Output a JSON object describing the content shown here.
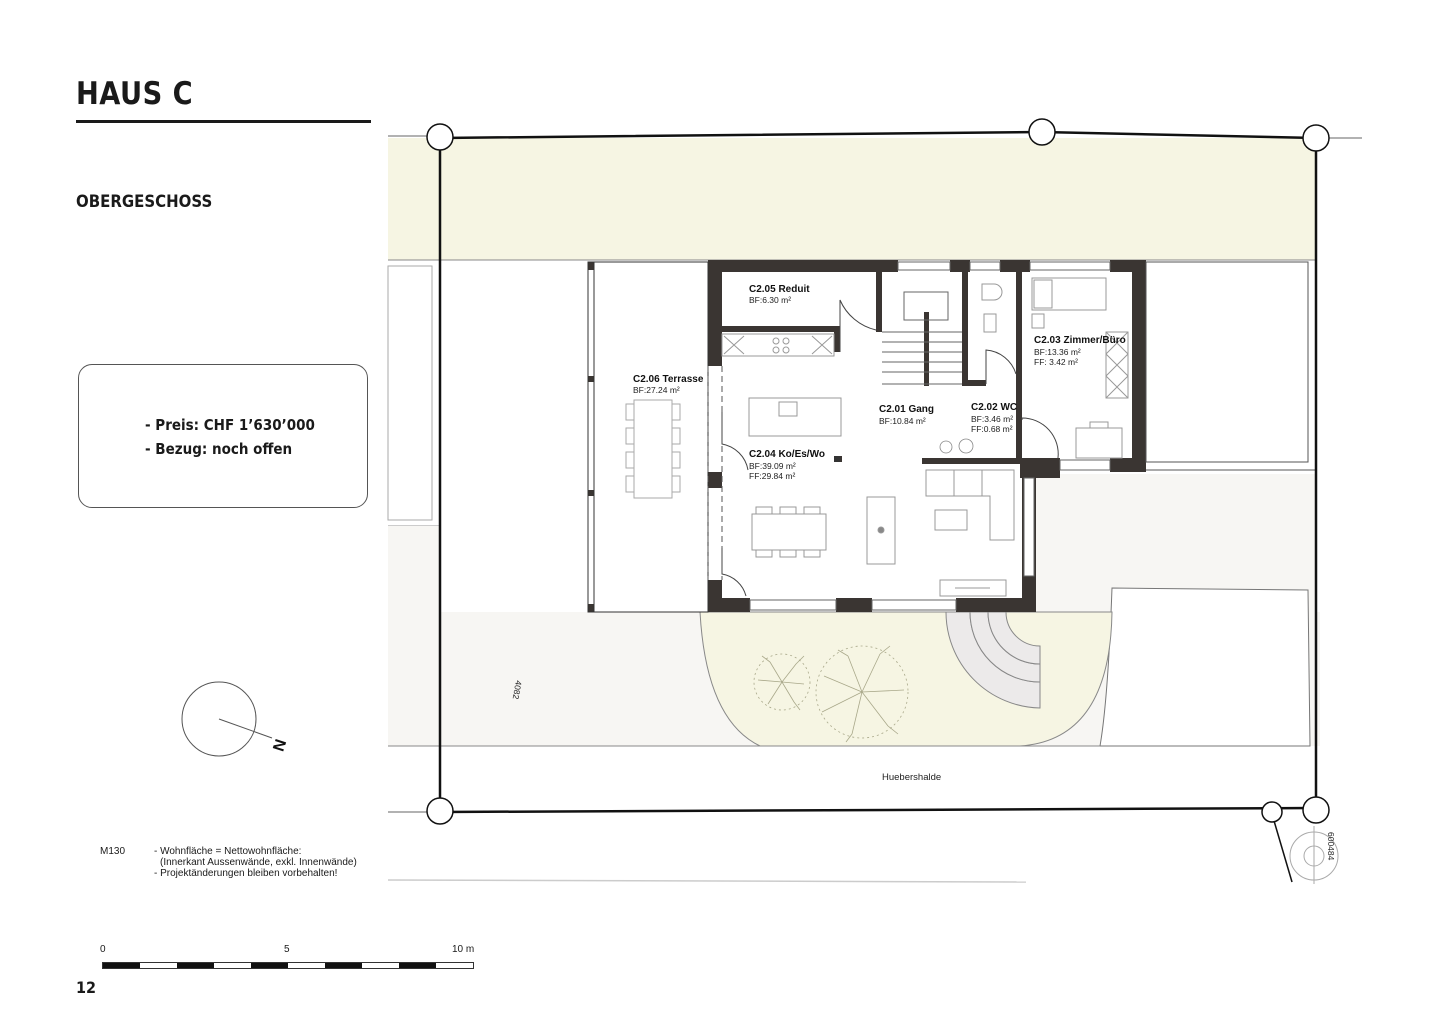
{
  "header": {
    "title": "HAUS C",
    "subtitle": "OBERGESCHOSS"
  },
  "info_box": {
    "price_line": "- Preis: CHF 1’630’000",
    "occupancy_line": "- Bezug: noch offen"
  },
  "rooms": [
    {
      "id": "C2.05",
      "name": "C2.05 Reduit",
      "bf": "BF:6.30 m²",
      "ff": ""
    },
    {
      "id": "C2.06",
      "name": "C2.06 Terrasse",
      "bf": "BF:27.24 m²",
      "ff": ""
    },
    {
      "id": "C2.04",
      "name": "C2.04 Ko/Es/Wo",
      "bf": "BF:39.09 m²",
      "ff": "FF:29.84 m²"
    },
    {
      "id": "C2.01",
      "name": "C2.01 Gang",
      "bf": "BF:10.84 m²",
      "ff": ""
    },
    {
      "id": "C2.02",
      "name": "C2.02 WC",
      "bf": "BF:3.46 m²",
      "ff": "FF:0.68 m²"
    },
    {
      "id": "C2.03",
      "name": "C2.03 Zimmer/Büro",
      "bf": "BF:13.36 m²",
      "ff": "FF:  3.42 m²"
    }
  ],
  "site": {
    "street_name": "Huebershalde",
    "parcel_left": "4082",
    "parcel_right": "600484",
    "north_label": "N"
  },
  "notes": {
    "code": "M130",
    "lines": [
      "- Wohnfläche = Nettowohnfläche:",
      "(Innerkant Aussenwände, exkl. Innenwände)",
      "- Projektänderungen bleiben vorbehalten!"
    ]
  },
  "scale": {
    "label_0": "0",
    "label_5": "5",
    "label_10": "10 m",
    "segments": 10
  },
  "page": {
    "number": "12"
  },
  "colors": {
    "wall": "#3a3532",
    "garden": "#f6f5e3",
    "paved": "#f7f6f3",
    "line": "#111111",
    "furniture": "#9a9a9a"
  }
}
